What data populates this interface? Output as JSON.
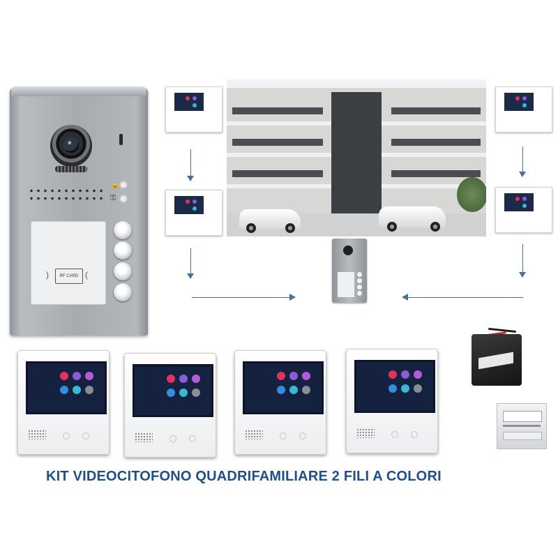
{
  "door_station": {
    "rf_card_label": "RF CARD",
    "buttons": 4
  },
  "kit": {
    "title": "KIT VIDEOCITOFONO QUADRIFAMILIARE  2 FILI A COLORI",
    "monitor_count": 4
  },
  "colors": {
    "caption": "#1f4e8c",
    "arrow": "#4a6f9a",
    "screen": "#14213f"
  },
  "icons": [
    "camera-icon",
    "lock-icon",
    "key-icon",
    "rf-card-icon",
    "arrow-down-icon",
    "arrow-right-icon",
    "arrow-left-icon"
  ]
}
